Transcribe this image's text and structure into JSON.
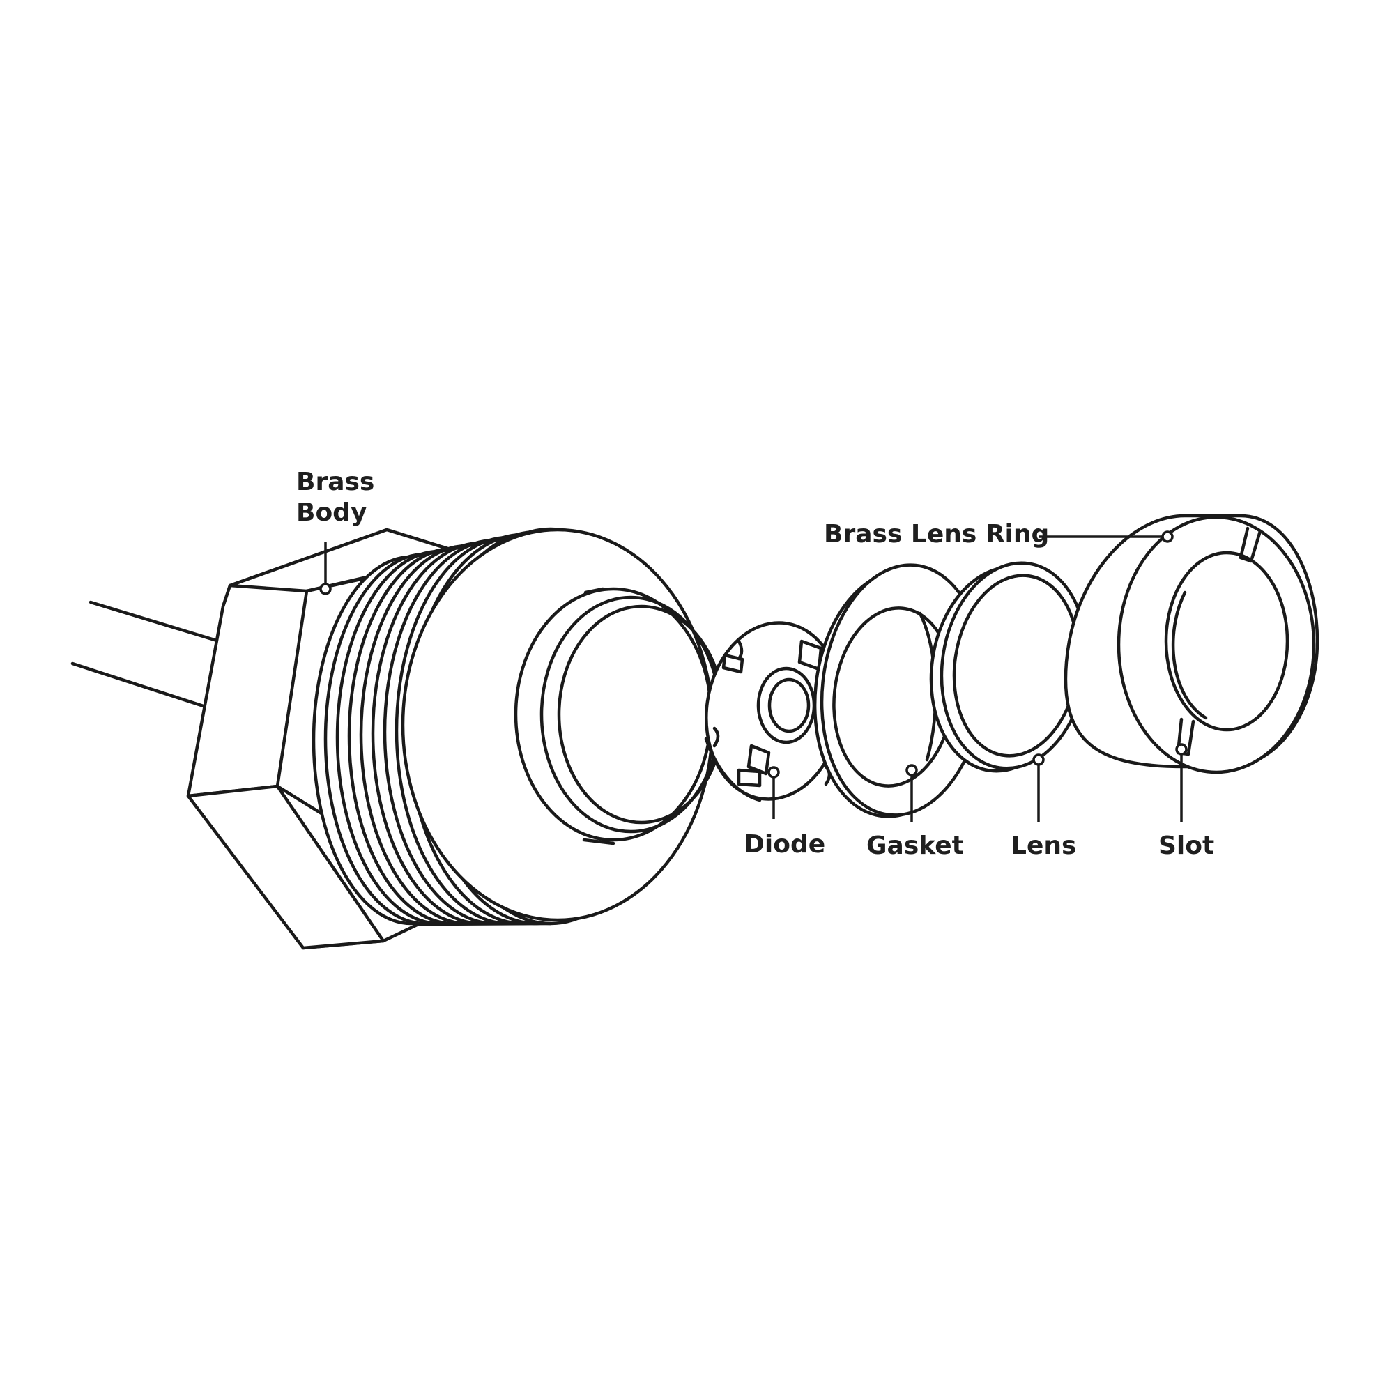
{
  "labels": {
    "brass_body_line1": "Brass",
    "brass_body_line2": "Body",
    "brass_lens_ring": "Brass Lens Ring",
    "diode": "Diode",
    "gasket": "Gasket",
    "lens": "Lens",
    "slot": "Slot"
  },
  "colors": {
    "line": "#1a1a1a",
    "background": "#ffffff"
  }
}
